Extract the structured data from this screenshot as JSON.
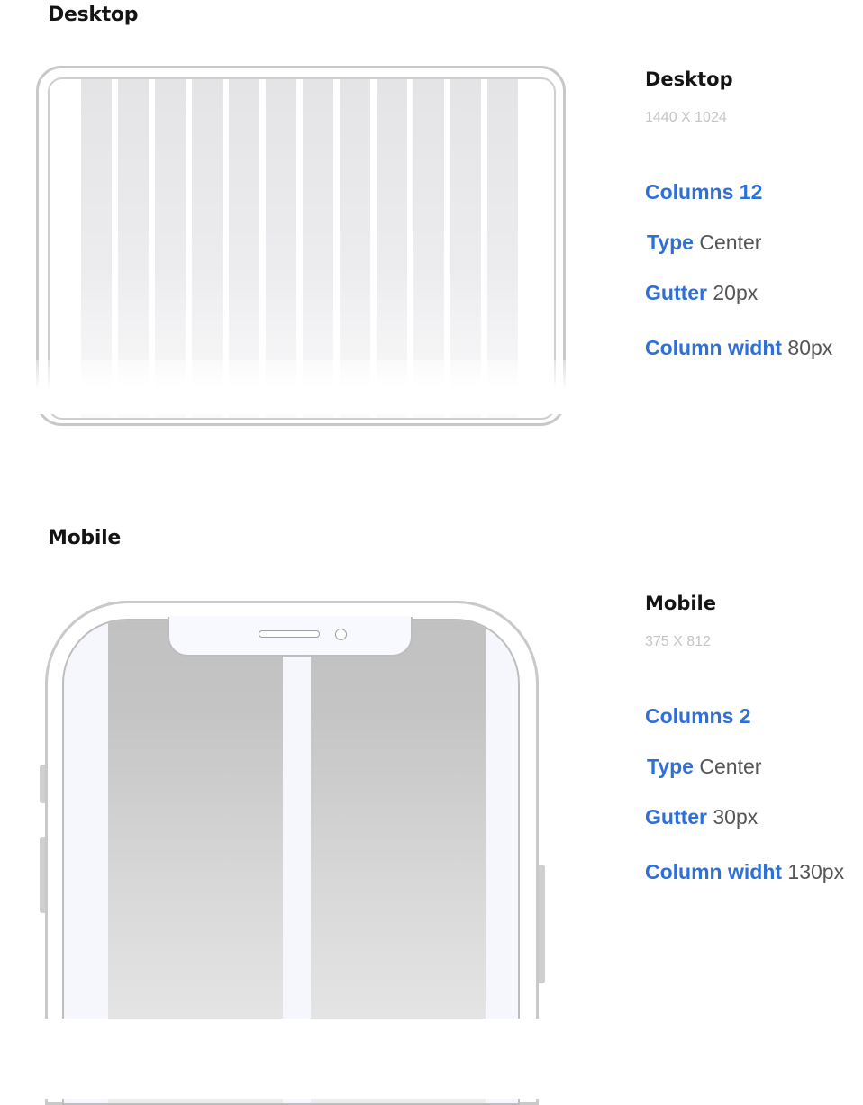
{
  "desktop": {
    "section_title": "Desktop",
    "name": "Desktop",
    "dimensions": "1440 X 1024",
    "columns": {
      "label": "Columns",
      "value": "12"
    },
    "type": {
      "label": "Type",
      "value": "Center"
    },
    "gutter": {
      "label": "Gutter",
      "value": "20px"
    },
    "column_width": {
      "label": "Column widht",
      "value": "80px"
    }
  },
  "mobile": {
    "section_title": "Mobile",
    "name": "Mobile",
    "dimensions": "375 X 812",
    "columns": {
      "label": "Columns",
      "value": "2"
    },
    "type": {
      "label": "Type",
      "value": "Center"
    },
    "gutter": {
      "label": "Gutter",
      "value": "30px"
    },
    "column_width": {
      "label": "Column widht",
      "value": "130px"
    }
  },
  "colors": {
    "accent": "#2f6fd8",
    "heading": "#141414",
    "value_text": "#555555",
    "muted": "#c4c4c4",
    "column_fill_desktop": "#e4e4e6",
    "column_fill_mobile": "#c4c4c4"
  }
}
